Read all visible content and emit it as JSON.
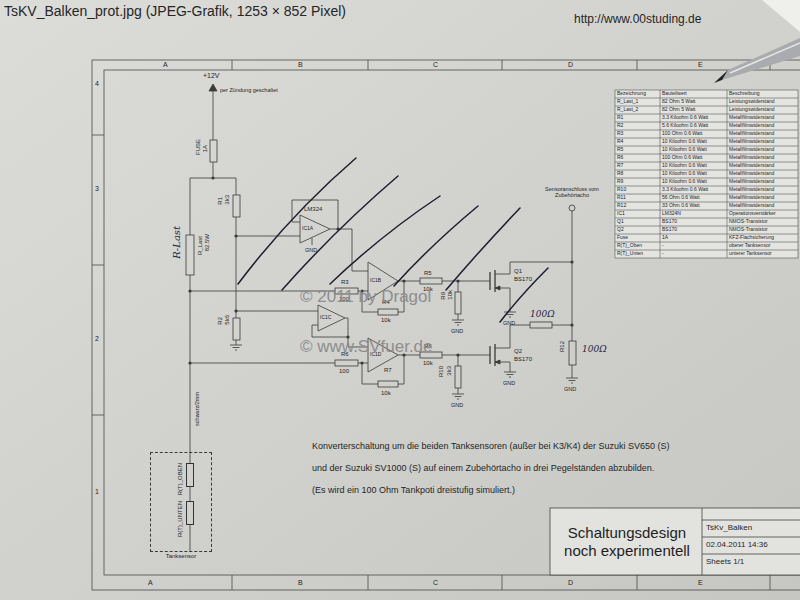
{
  "diagram": {
    "nodes": [
      {
        "text": [
          "Tanksensor"
        ]
      },
      {
        "text": [
          "R(T)_OBEN"
        ],
        "in": 0
      },
      {
        "text": [
          "R(T)_UNTEN"
        ],
        "in": 0
      },
      {
        "text": [
          "Schaltungsdesign noch experimentell"
        ]
      }
    ],
    "edges": [
      {
        "from": 1,
        "to": 2,
        "arrow": "none"
      }
    ],
    "labels": [
      "TsKV_Balken_prot.jpg (JPEG-Grafik, 1253 × 852 Pixel)",
      "http://www.00studing.de",
      "A",
      "B",
      "C",
      "D",
      "E",
      "4",
      "3",
      "2",
      "1",
      "A",
      "B",
      "C",
      "D",
      "E",
      "+12V",
      "per Zündung geschaltet",
      "FUSE",
      "1A",
      "R1",
      "3k3",
      "R_Last",
      "82.5W",
      "R-Last",
      "LM324",
      "IC1A",
      "GND",
      "R3",
      "100",
      "IC1B",
      "R4",
      "10k",
      "R5",
      "10k",
      "R9",
      "10k",
      "GND",
      "Q1",
      "BS170",
      "GND",
      "Sensoranschluss vom Zubehörtacho",
      "100Ω",
      "R2",
      "5k6",
      "IC1C",
      "R6",
      "100",
      "IC1D",
      "R7",
      "10k",
      "R8",
      "10k",
      "R10",
      "3k3",
      "GND",
      "Q2",
      "BS170",
      "GND",
      "R12",
      "100Ω",
      "GND",
      "schwarz/2mm",
      "© 2011 by Dragol",
      "© www.SVfuer.de",
      "Konverterschaltung um die beiden Tanksensoren (außer bei K3/K4) der Suzuki SV650 (S)",
      "und der Suzuki SV1000 (S) auf einem Zubehörtacho in drei Pegelständen abzubilden.",
      "(Es wird ein 100 Ohm Tankpoti dreistufig simuliert.)",
      "TsKv_Balken",
      "02.04.2011 14:36",
      "Sheets 1/1",
      "Bezeichnung",
      "Bauteilwert",
      "Beschreibung",
      "R_Last_1",
      "82 Ohm 5 Watt",
      "Leistungswiderstand",
      "R_Last_2",
      "82 Ohm 5 Watt",
      "Leistungswiderstand",
      "R1",
      "3.3 Kiloohm 0.6 Watt",
      "Metallfilmwiderstand",
      "R2",
      "5.6 Kiloohm 0.6 Watt",
      "Metallfilmwiderstand",
      "R3",
      "100 Ohm 0.6 Watt",
      "Metallfilmwiderstand",
      "R4",
      "10 Kiloohm 0.6 Watt",
      "Metallfilmwiderstand",
      "R5",
      "10 Kiloohm 0.6 Watt",
      "Metallfilmwiderstand",
      "R6",
      "100 Ohm 0.6 Watt",
      "Metallfilmwiderstand",
      "R7",
      "10 Kiloohm 0.6 Watt",
      "Metallfilmwiderstand",
      "R8",
      "10 Kiloohm 0.6 Watt",
      "Metallfilmwiderstand",
      "R9",
      "10 Kiloohm 0.6 Watt",
      "Metallfilmwiderstand",
      "R10",
      "3.3 Kiloohm 0.6 Watt",
      "Metallfilmwiderstand",
      "R11",
      "56 Ohm 0.6 Watt",
      "Metallfilmwiderstand",
      "R12",
      "33 Ohm 0.6 Watt",
      "Metallfilmwiderstand",
      "IC1",
      "LM324N",
      "Operationsverstärker",
      "Q1",
      "BS170",
      "NMOS-Transistor",
      "Q2",
      "BS170",
      "NMOS-Transistor",
      "Fuse",
      "1A",
      "KFZ-Flachsicherung",
      "R(T)_Oben",
      "-",
      "oberer Tanksensor",
      "R(T)_Unten",
      "-",
      "unterer Tanksensor"
    ]
  }
}
